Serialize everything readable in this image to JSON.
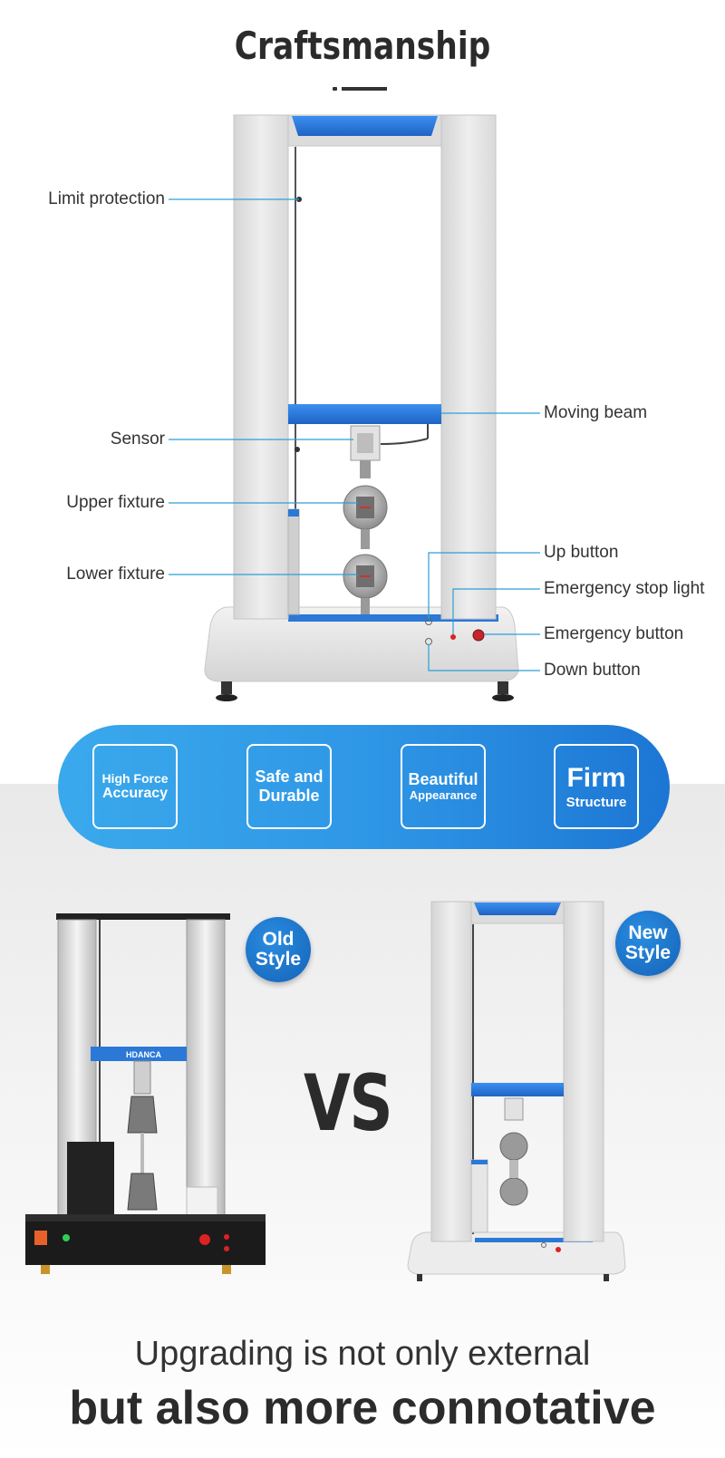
{
  "title": "Craftsmanship",
  "callouts": {
    "limit_protection": "Limit protection",
    "sensor": "Sensor",
    "upper_fixture": "Upper fixture",
    "lower_fixture": "Lower fixture",
    "moving_beam": "Moving beam",
    "up_button": "Up button",
    "emergency_stop_light": "Emergency stop light",
    "emergency_button": "Emergency button",
    "down_button": "Down button"
  },
  "features": [
    {
      "line1": "High Force",
      "line2": "Accuracy"
    },
    {
      "line1": "Safe and",
      "line2": "Durable"
    },
    {
      "line1": "Beautiful",
      "line2": "Appearance"
    },
    {
      "line1": "Firm",
      "line2": "Structure"
    }
  ],
  "comparison": {
    "old_badge": {
      "line1": "Old",
      "line2": "Style"
    },
    "new_badge": {
      "line1": "New",
      "line2": "Style"
    },
    "vs": "VS",
    "old_machine_brand": "HDANCA"
  },
  "tagline": {
    "line1": "Upgrading is not only external",
    "line2": "but also more connotative"
  },
  "colors": {
    "accent_blue": "#2f97e6",
    "beam_blue": "#2c78d6",
    "callout_line": "#2aa0d8",
    "text_dark": "#2b2b2b"
  }
}
